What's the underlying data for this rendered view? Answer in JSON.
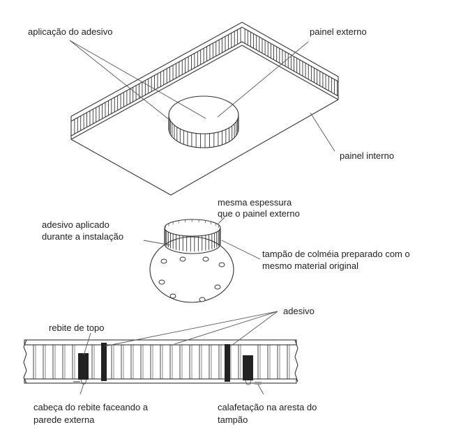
{
  "labels": {
    "adhesive_application": "aplicação do adesivo",
    "outer_panel": "painel externo",
    "inner_panel": "painel interno",
    "same_thickness_1": "mesma espessura",
    "same_thickness_2": "que o painel externo",
    "adhesive_applied_1": "adesivo aplicado",
    "adhesive_applied_2": "durante a instalação",
    "plug_1": "tampão de colméia preparado com o",
    "plug_2": "mesmo material original",
    "adhesive": "adesivo",
    "top_rivet": "rebite de topo",
    "rivet_head_1": "cabeça do rebite faceando a",
    "rivet_head_2": "parede externa",
    "caulking_1": "calafetação na aresta do",
    "caulking_2": "tampão"
  }
}
